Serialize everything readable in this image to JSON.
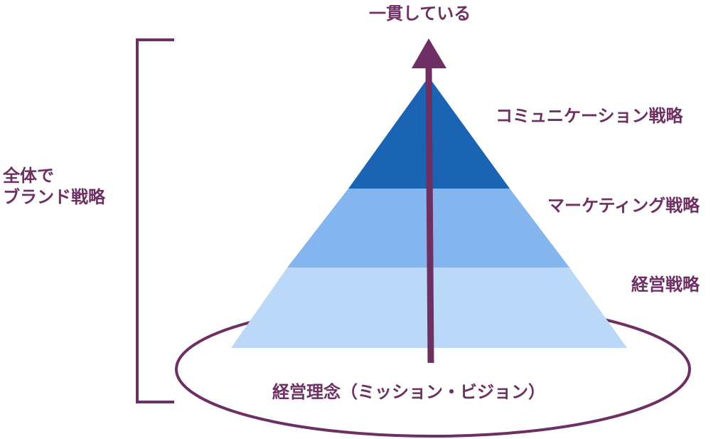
{
  "title": "一貫している",
  "layers": [
    {
      "label": "コミュニケーション戦略",
      "color": "#1b64b4"
    },
    {
      "label": "マーケティング戦略",
      "color": "#85b5ee"
    },
    {
      "label": "経営戦略",
      "color": "#bbd8f8"
    }
  ],
  "foundation": "経営理念（ミッション・ビジョン）",
  "bracket_label": [
    "全体で",
    "ブランド戦略"
  ],
  "colors": {
    "accent": "#6e2f63"
  }
}
